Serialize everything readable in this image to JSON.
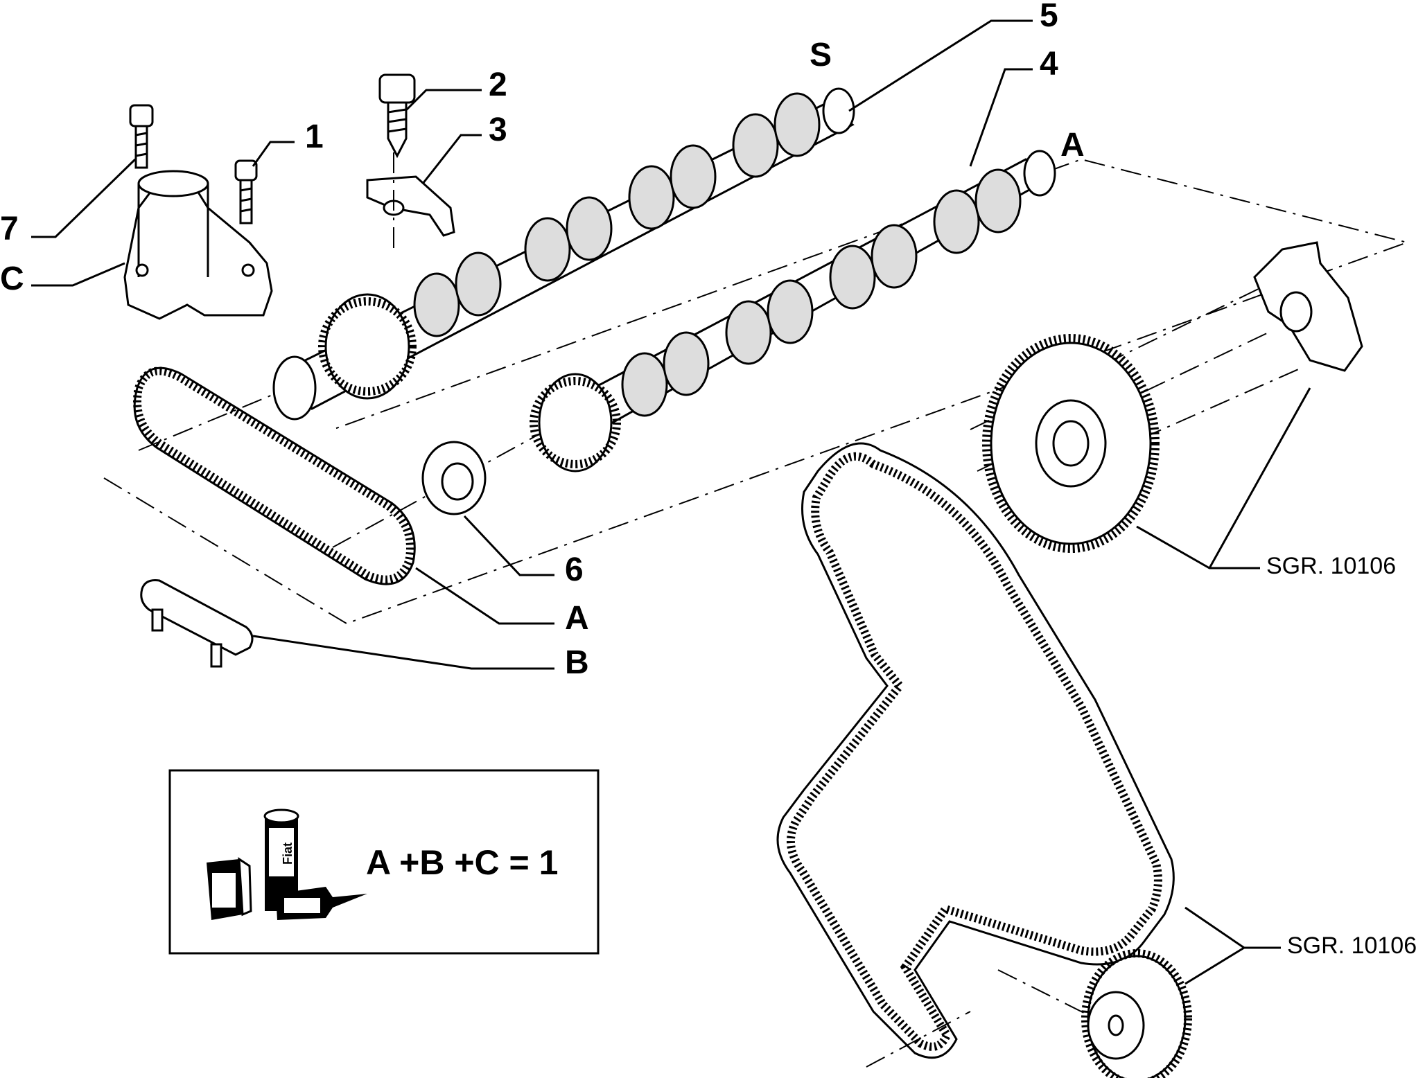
{
  "callouts": {
    "c1": "1",
    "c2": "2",
    "c3": "3",
    "c4": "4",
    "c5": "5",
    "c6": "6",
    "c7": "7",
    "cA_top": "A",
    "cA_chain": "A",
    "cB": "B",
    "cC": "C",
    "cS": "S"
  },
  "refs": {
    "sgr_top": "SGR. 10106",
    "sgr_bottom": "SGR. 10106"
  },
  "kit": {
    "formula": "A +B +C = 1",
    "brand": "Fiat"
  },
  "icons": [
    "bolt-icon",
    "camshaft-icon",
    "chain-icon",
    "pulley-icon",
    "belt-icon",
    "kit-boxes-icon"
  ]
}
